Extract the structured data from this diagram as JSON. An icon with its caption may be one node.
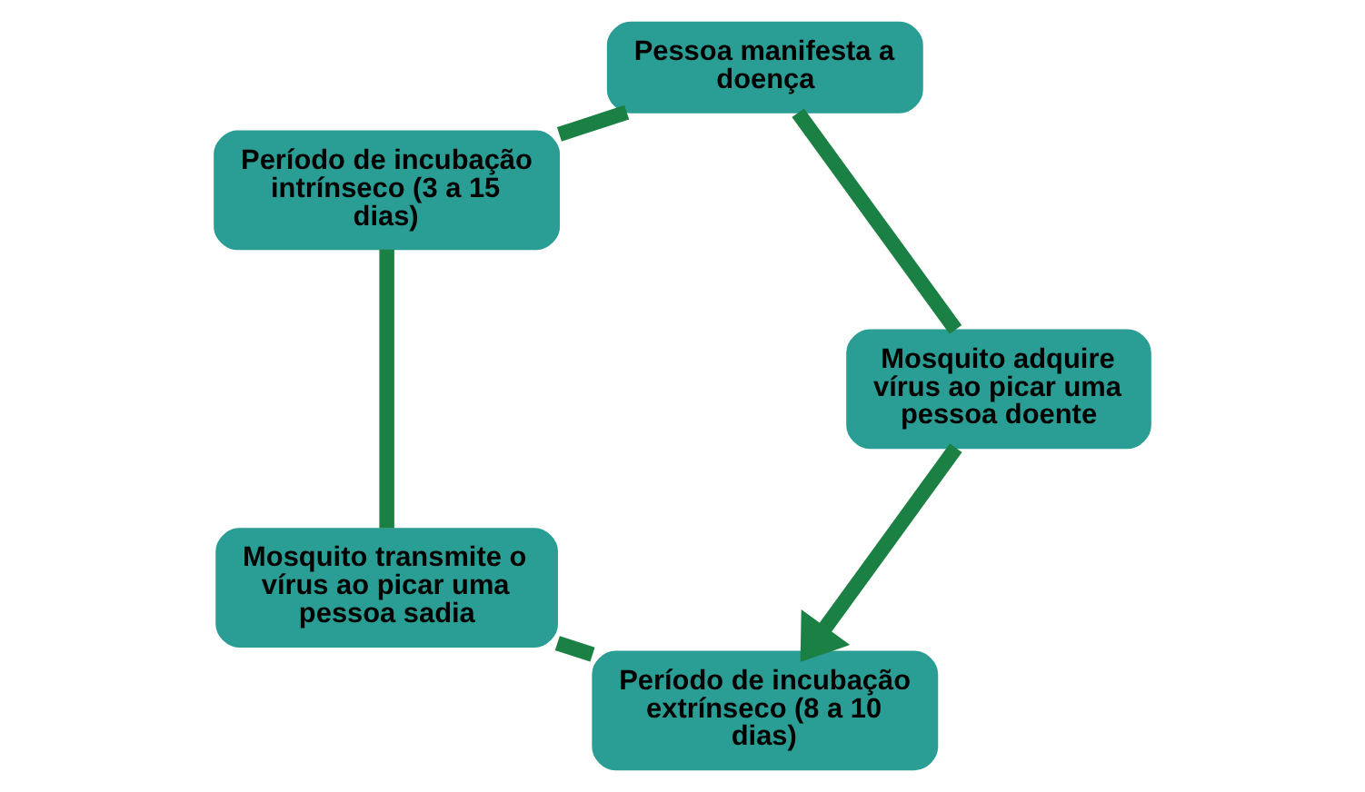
{
  "diagram": {
    "nodes": [
      {
        "text": [
          "Período de incubação extrínseco (8 a 10 dias)"
        ]
      },
      {
        "text": [
          "Mosquito transmite o vírus ao picar uma pessoa sadia"
        ]
      },
      {
        "text": [
          "Período de incubação intrínseco (3 a 15 dias)"
        ]
      },
      {
        "text": [
          "Pessoa manifesta a doença"
        ]
      },
      {
        "text": [
          "Mosquito adquire vírus ao picar uma pessoa doente"
        ]
      }
    ],
    "edges": [
      {
        "from": 0,
        "to": 1,
        "arrow": "none"
      },
      {
        "from": 1,
        "to": 2,
        "arrow": "none"
      },
      {
        "from": 2,
        "to": 3,
        "arrow": "none"
      },
      {
        "from": 3,
        "to": 4,
        "arrow": "none"
      },
      {
        "from": 4,
        "to": 0,
        "arrow": "to"
      }
    ]
  }
}
